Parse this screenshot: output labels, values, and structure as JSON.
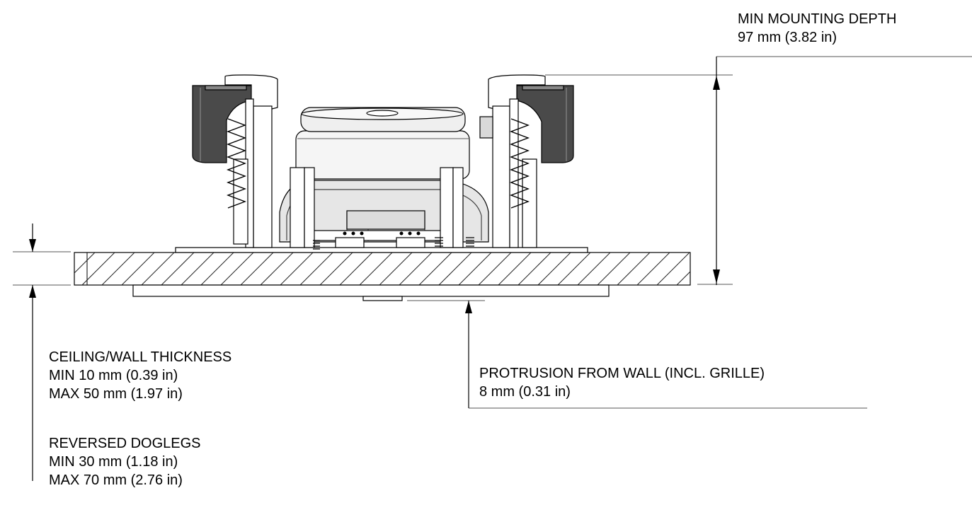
{
  "annotations": {
    "min_mounting_depth": {
      "title": "MIN MOUNTING DEPTH",
      "value": "97 mm (3.82 in)"
    },
    "thickness": {
      "title": "CEILING/WALL THICKNESS",
      "min": "MIN 10 mm (0.39 in)",
      "max": "MAX 50 mm (1.97 in)"
    },
    "reversed_doglegs": {
      "title": "REVERSED DOGLEGS",
      "min": "MIN 30 mm (1.18 in)",
      "max": "MAX 70 mm (2.76 in)"
    },
    "protrusion": {
      "title": "PROTRUSION FROM WALL (INCL. GRILLE)",
      "value": "8 mm (0.31 in)"
    }
  },
  "colors": {
    "line": "#000000",
    "dim_line": "#555555",
    "fill_dark": "#3a3a3a",
    "fill_mid": "#a9a9a9",
    "fill_light": "#d9d9d9",
    "hatch": "#222222"
  }
}
